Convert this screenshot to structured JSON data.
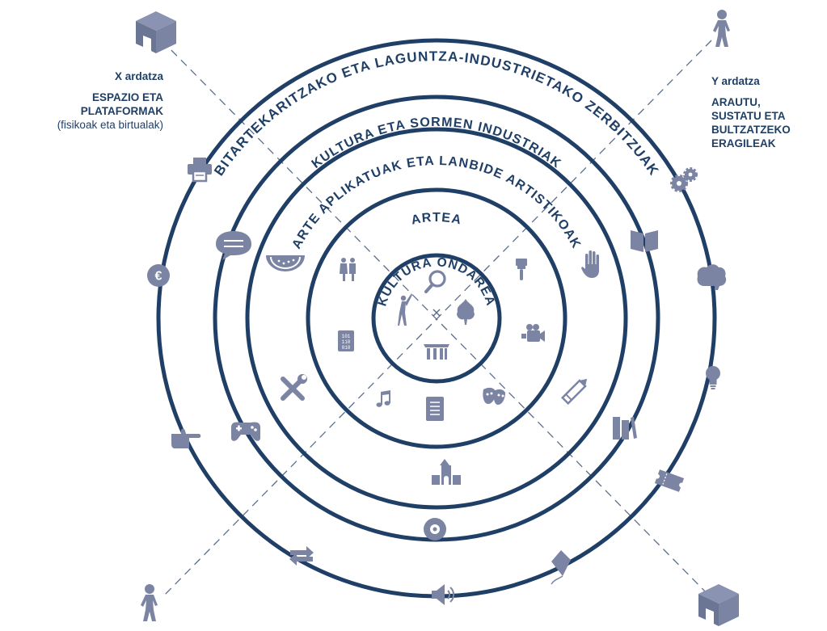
{
  "rings": [
    {
      "id": "kultura-ondarea",
      "label": "KULTURA ONDAREA"
    },
    {
      "id": "artea",
      "label": "ARTEA"
    },
    {
      "id": "arte-aplikatuak",
      "label": "ARTE APLIKATUAK ETA LANBIDE ARTISTIKOAK"
    },
    {
      "id": "kultura-sormen",
      "label": "KULTURA ETA SORMEN INDUSTRIAK"
    },
    {
      "id": "bitartekaritza",
      "label": "BITARTEKARITZAKO ETA LAGUNTZA-INDUSTRIETAKO ZERBITZUAK"
    }
  ],
  "x_axis": {
    "title": "X  ardatza",
    "line1": "ESPAZIO ETA",
    "line2": "PLATAFORMAK",
    "line3": "(fisikoak eta birtualak)"
  },
  "y_axis": {
    "title": "Y ardatza",
    "line1": "ARAUTU,",
    "line2": "SUSTATU ETA",
    "line3": "BULTZATZEKO",
    "line4": "ERAGILEAK"
  },
  "colors": {
    "ring_stroke": "#1f3f66",
    "text": "#1f3f66",
    "icon": "#7b84a3",
    "axis_line": "#5b6f8d"
  },
  "icons": [
    "magnifier-icon",
    "dancer-icon",
    "leaf-icon",
    "tribune-icon",
    "center-cross-icon",
    "people-icon",
    "binary-tablet-icon",
    "music-note-icon",
    "ebook-icon",
    "theater-masks-icon",
    "video-camera-icon",
    "paintbrush-icon",
    "watermelon-icon",
    "tools-icon",
    "gamepad-icon",
    "building-blocks-icon",
    "hand-icon",
    "pencil-icon",
    "disc-icon",
    "printer-icon",
    "speech-bubble-icon",
    "euro-icon",
    "pointing-hand-icon",
    "transfer-arrows-icon",
    "speaker-icon",
    "kite-icon",
    "ticket-icon",
    "books-icon",
    "lightbulb-icon",
    "brain-icon",
    "book-icon",
    "gears-icon",
    "cube-house-icon",
    "person-figure-icon"
  ]
}
